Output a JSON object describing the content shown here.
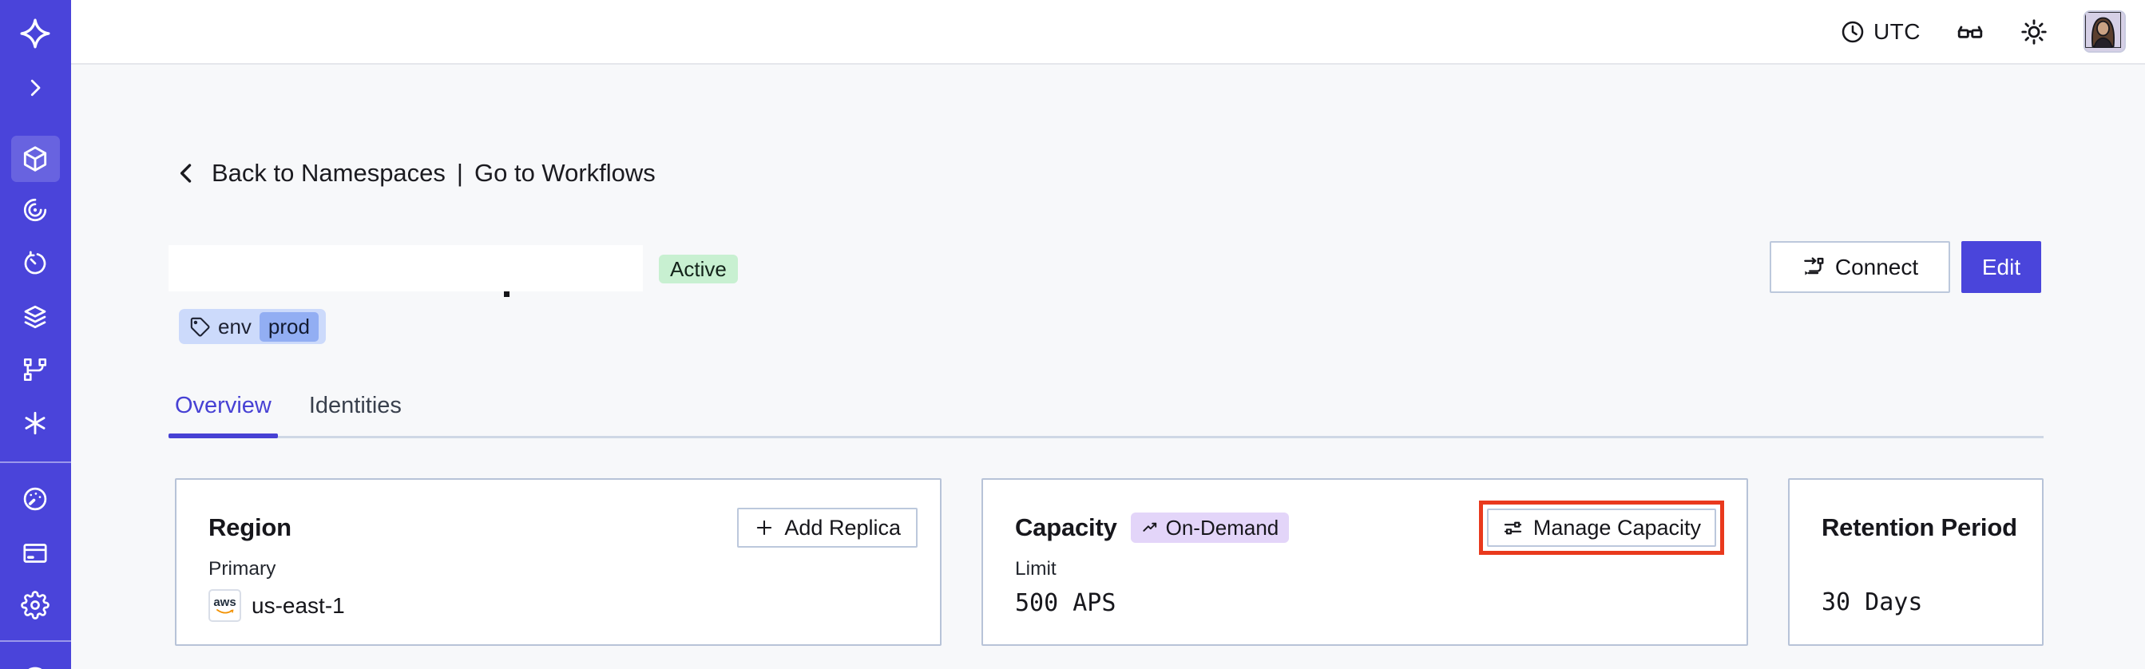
{
  "topbar": {
    "timezone_label": "UTC"
  },
  "sidebar": {
    "icons": [
      "temporal-logo",
      "expand-sidebar",
      "namespaces",
      "workflows",
      "schedules",
      "deployments",
      "batch-operations",
      "nexus",
      "usage",
      "billing",
      "settings",
      "account"
    ],
    "active_item": "namespaces"
  },
  "breadcrumb": {
    "back_label": "Back to Namespaces",
    "separator": "|",
    "workflows_label": "Go to Workflows"
  },
  "namespace_header": {
    "status_badge": "Active",
    "tag": {
      "key": "env",
      "value": "prod"
    },
    "connect_label": "Connect",
    "edit_label": "Edit"
  },
  "tabs": [
    {
      "label": "Overview"
    },
    {
      "label": "Identities"
    }
  ],
  "cards": {
    "region": {
      "title": "Region",
      "action_label": "Add Replica",
      "field_label": "Primary",
      "provider": "aws",
      "value": "us-east-1"
    },
    "capacity": {
      "title": "Capacity",
      "badge": "On-Demand",
      "action_label": "Manage Capacity",
      "field_label": "Limit",
      "value": "500 APS"
    },
    "retention": {
      "title": "Retention Period",
      "value": "30 Days"
    }
  },
  "colors": {
    "sidebar_bg": "#4A44DA",
    "accent": "#4A45DB",
    "status_active_bg": "#C8F0D1",
    "tag_bg": "#CCDAFB",
    "tag_value_bg": "#92AEF3",
    "ondemand_bg": "#E3D5F9",
    "highlight_red": "#E9391D"
  }
}
